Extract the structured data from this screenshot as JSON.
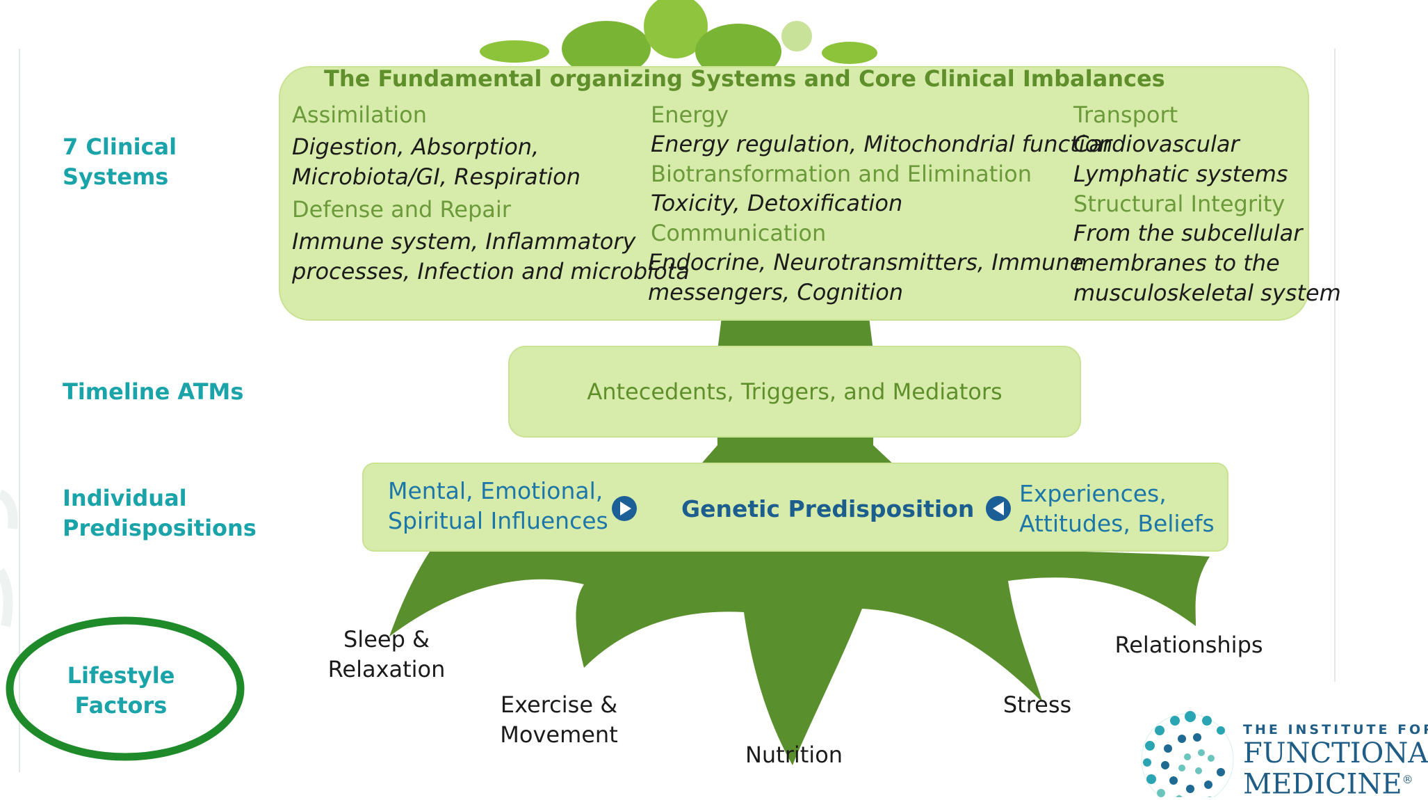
{
  "colors": {
    "panel_fill": "#d7ecaa",
    "tree_green": "#5a8f2e",
    "side_label": "#1aa3a8",
    "teal_text": "#1c76a8",
    "highlight_oval": "#1f8a2a"
  },
  "side_labels": {
    "clinical_systems": [
      "7 Clinical",
      "Systems"
    ],
    "timeline": "Timeline ATMs",
    "individual": [
      "Individual",
      "Predispositions"
    ],
    "lifestyle": [
      "Lifestyle",
      "Factors"
    ]
  },
  "clinical_panel": {
    "title": "The Fundamental organizing Systems and Core Clinical Imbalances",
    "col1": [
      {
        "head": "Assimilation",
        "body": [
          "Digestion, Absorption,",
          "Microbiota/GI, Respiration"
        ]
      },
      {
        "head": "Defense and Repair",
        "body": [
          "Immune system, Inflammatory",
          "processes, Infection and microbiota"
        ]
      }
    ],
    "col2": [
      {
        "head": "Energy",
        "body": [
          "Energy regulation, Mitochondrial function"
        ]
      },
      {
        "head": "Biotransformation and Elimination",
        "body": [
          "Toxicity, Detoxification"
        ]
      },
      {
        "head": "Communication",
        "body": [
          "Endocrine, Neurotransmitters, Immune",
          "messengers, Cognition"
        ]
      }
    ],
    "col3": [
      {
        "head": "Transport",
        "body": [
          "Cardiovascular",
          "Lymphatic systems"
        ]
      },
      {
        "head": "Structural Integrity",
        "body": [
          "From the subcellular",
          "membranes to the",
          "musculoskeletal system"
        ]
      }
    ]
  },
  "timeline_panel": {
    "text": "Antecedents, Triggers, and Mediators"
  },
  "predisposition_panel": {
    "left": [
      "Mental, Emotional,",
      "Spiritual Influences"
    ],
    "center": "Genetic Predisposition",
    "right": [
      "Experiences,",
      "Attitudes, Beliefs"
    ]
  },
  "roots": {
    "sleep": [
      "Sleep &",
      "Relaxation"
    ],
    "exercise": [
      "Exercise &",
      "Movement"
    ],
    "nutrition": "Nutrition",
    "stress": "Stress",
    "relationships": "Relationships"
  },
  "logo": {
    "line1": "THE INSTITUTE FOR",
    "line2": "FUNCTIONAL",
    "line3": "MEDICINE",
    "mark": "®"
  }
}
